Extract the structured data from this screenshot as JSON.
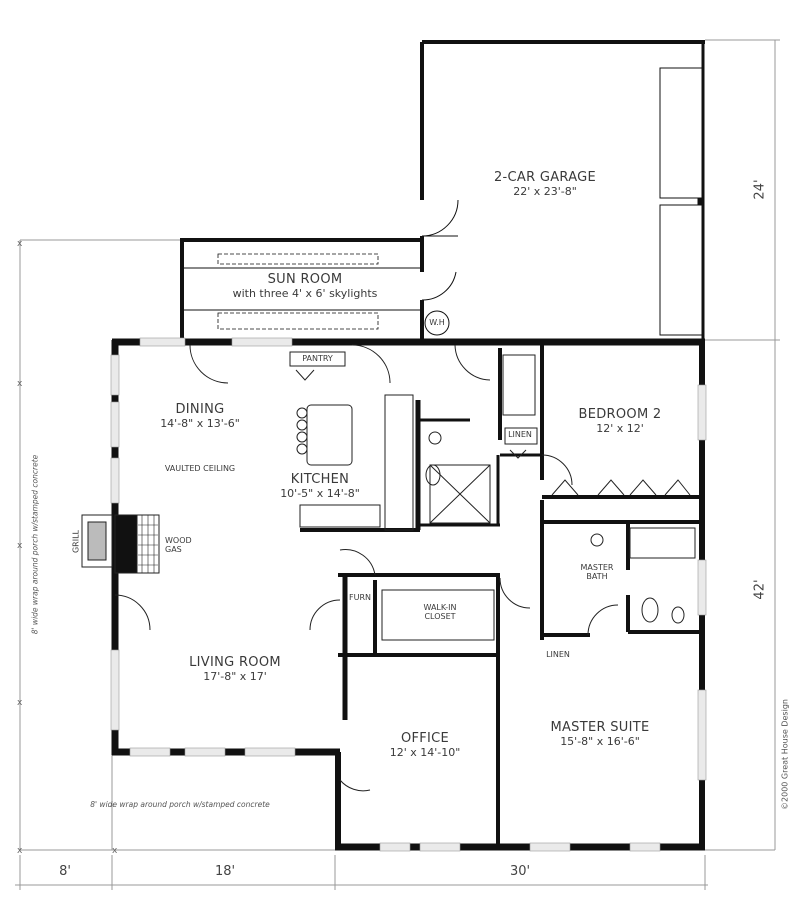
{
  "plan": {
    "copyright": "©2000 Great House Design",
    "rooms": {
      "garage": {
        "name": "2-CAR GARAGE",
        "size": "22' x 23'-8\""
      },
      "sun_room": {
        "name": "SUN ROOM",
        "note": "with three 4' x 6' skylights"
      },
      "dining": {
        "name": "DINING",
        "size": "14'-8\" x 13'-6\"",
        "note": "VAULTED CEILING"
      },
      "kitchen": {
        "name": "KITCHEN",
        "size": "10'-5\" x 14'-8\""
      },
      "pantry": {
        "name": "PANTRY"
      },
      "bedroom2": {
        "name": "BEDROOM 2",
        "size": "12' x 12'"
      },
      "linen_hall": {
        "name": "LINEN"
      },
      "master_bath": {
        "name": "MASTER",
        "name2": "BATH"
      },
      "linen_bath": {
        "name": "LINEN"
      },
      "walk_in_closet": {
        "name": "WALK-IN",
        "name2": "CLOSET"
      },
      "furnace": {
        "name": "FURN"
      },
      "living": {
        "name": "LIVING ROOM",
        "size": "17'-8\" x 17'"
      },
      "office": {
        "name": "OFFICE",
        "size": "12' x 14'-10\""
      },
      "master_suite": {
        "name": "MASTER SUITE",
        "size": "15'-8\" x 16'-6\""
      }
    },
    "fixtures": {
      "water_heater": "W.H",
      "fireplace": {
        "line1": "WOOD",
        "line2": "GAS"
      },
      "grill": "GRILL"
    },
    "porch_notes": {
      "bottom": "8' wide wrap around porch w/stamped concrete",
      "left": "8' wide wrap around porch w/stamped concrete"
    },
    "dimensions": {
      "bottom": [
        "8'",
        "18'",
        "30'"
      ],
      "right_garage": "24'",
      "right_house": "42'"
    }
  }
}
